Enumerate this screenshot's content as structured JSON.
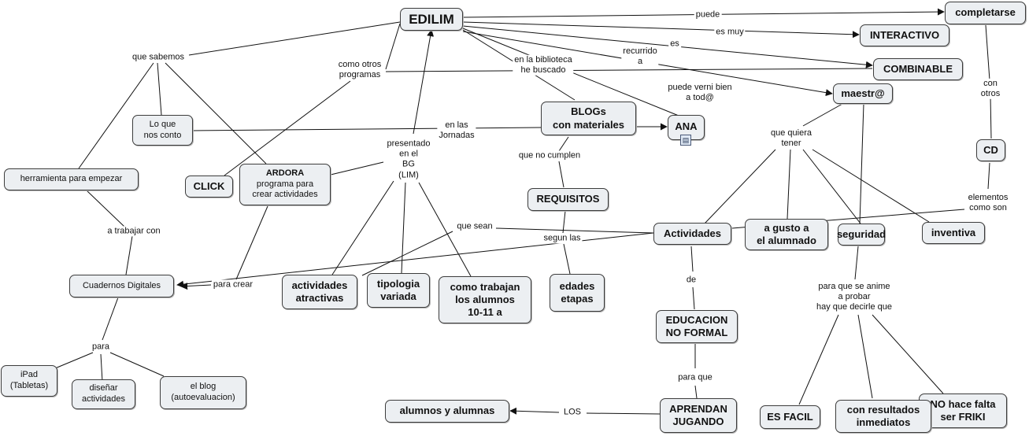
{
  "nodes": {
    "edilim": "EDILIM",
    "completarse": "completarse",
    "interactivo": "INTERACTIVO",
    "combinable": "COMBINABLE",
    "maestr": "maestr@",
    "cd": "CD",
    "ana": "ANA",
    "blogs": "BLOGs\ncon materiales",
    "requisitos": "REQUISITOS",
    "lo_que": "Lo que\nnos conto",
    "herramienta": "herramienta para empezar",
    "click": "CLICK",
    "ardora_title": "ARDORA",
    "ardora_sub": "programa para\ncrear actividades",
    "cuadernos": "Cuadernos Digitales",
    "actividades": "Actividades",
    "a_gusto": "a gusto a\nel alumnado",
    "seguridad": "seguridad",
    "inventiva": "inventiva",
    "act_atractivas": "actividades\natractivas",
    "tipologia": "tipologia\nvariada",
    "como_trabajan": "como trabajan\nlos alumnos\n10-11 a",
    "edades": "edades\netapas",
    "educacion": "EDUCACION\nNO FORMAL",
    "aprendan": "APRENDAN\nJUGANDO",
    "alumnos": "alumnos y alumnas",
    "ipad": "iPad\n(Tabletas)",
    "disenar": "diseñar\nactividades",
    "blog": "el blog\n(autoevaluacion)",
    "es_facil": "ES FACIL",
    "con_resultados": "con resultados\ninmediatos",
    "no_friki": "NO hace falta\nser FRIKI"
  },
  "links": {
    "puede": "puede",
    "es_muy": "es muy",
    "es": "es",
    "recurrido": "recurrido\na",
    "biblioteca": "en la biblioteca\nhe buscado",
    "como_otros": "como otros\nprogramas",
    "que_sabemos": "que sabemos",
    "puede_verni": "puede verni bien\na tod@",
    "con_otros": "con otros",
    "en_jornadas": "en las\nJornadas",
    "presentado": "presentado\nen el\nBG\n(LIM)",
    "que_no_cumplen": "que no cumplen",
    "que_quiera": "que quiera\ntener",
    "elementos": "elementos\ncomo son",
    "a_trabajar": "a trabajar con",
    "que_sean": "que sean",
    "segun_las": "segun las",
    "para_crear": "para crear",
    "de": "de",
    "para_que_se_anime": "para que se anime\na probar\nhay que decirle que",
    "para": "para",
    "para_que": "para que",
    "los": "LOS"
  },
  "icons": {
    "ana_attachment": "document-icon"
  }
}
